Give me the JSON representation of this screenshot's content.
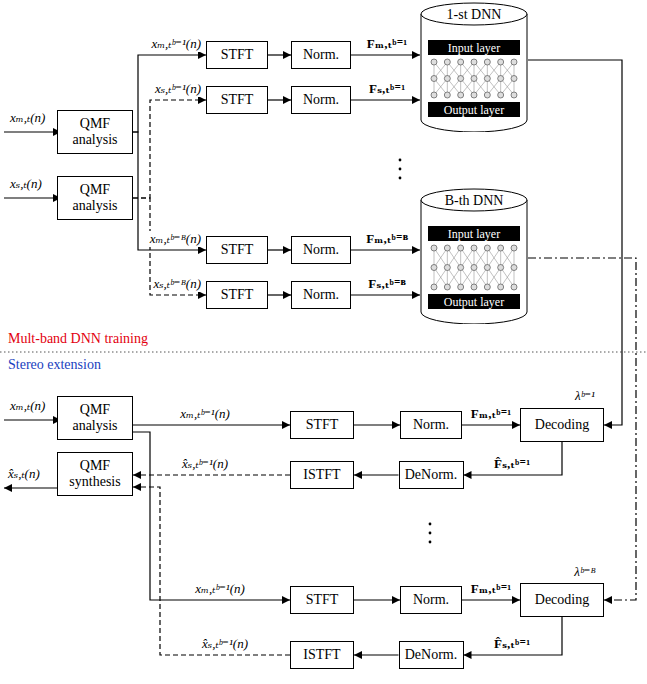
{
  "diagram": {
    "nodes": [
      {
        "text": [
          "QMF analysis"
        ]
      },
      {
        "text": [
          "QMF analysis"
        ]
      },
      {
        "text": [
          "STFT"
        ]
      },
      {
        "text": [
          "Norm."
        ]
      },
      {
        "text": [
          "STFT"
        ]
      },
      {
        "text": [
          "Norm."
        ]
      },
      {
        "text": [
          "1-st DNN"
        ]
      },
      {
        "text": [
          "Input layer"
        ],
        "in": 6
      },
      {
        "text": [
          "Output layer"
        ],
        "in": 6
      },
      {
        "text": [
          "STFT"
        ]
      },
      {
        "text": [
          "Norm."
        ]
      },
      {
        "text": [
          "STFT"
        ]
      },
      {
        "text": [
          "Norm."
        ]
      },
      {
        "text": [
          "B-th DNN"
        ]
      },
      {
        "text": [
          "Input layer"
        ],
        "in": 13
      },
      {
        "text": [
          "Output layer"
        ],
        "in": 13
      },
      {
        "text": [
          "QMF analysis"
        ]
      },
      {
        "text": [
          "QMF synthesis"
        ]
      },
      {
        "text": [
          "STFT"
        ]
      },
      {
        "text": [
          "Norm."
        ]
      },
      {
        "text": [
          "Decoding"
        ]
      },
      {
        "text": [
          "DeNorm."
        ]
      },
      {
        "text": [
          "ISTFT"
        ]
      },
      {
        "text": [
          "STFT"
        ]
      },
      {
        "text": [
          "Norm."
        ]
      },
      {
        "text": [
          "Decoding"
        ]
      },
      {
        "text": [
          "DeNorm."
        ]
      },
      {
        "text": [
          "ISTFT"
        ]
      }
    ],
    "edges": [
      {
        "from": 0,
        "to": 2,
        "arrow": "to",
        "label": "xₘ,ₜᵇ⁼¹(n)"
      },
      {
        "from": 2,
        "to": 3,
        "arrow": "to"
      },
      {
        "from": 3,
        "to": 6,
        "arrow": "to",
        "label": "Fₘ,ₜᵇ⁼¹"
      },
      {
        "from": 1,
        "to": 4,
        "arrow": "to",
        "label": "xₛ,ₜᵇ⁼¹(n)"
      },
      {
        "from": 4,
        "to": 5,
        "arrow": "to"
      },
      {
        "from": 5,
        "to": 6,
        "arrow": "to",
        "label": "Fₛ,ₜᵇ⁼¹"
      },
      {
        "from": 0,
        "to": 9,
        "arrow": "to",
        "label": "xₘ,ₜᵇ⁼ᴮ(n)"
      },
      {
        "from": 9,
        "to": 10,
        "arrow": "to"
      },
      {
        "from": 10,
        "to": 13,
        "arrow": "to",
        "label": "Fₘ,ₜᵇ⁼ᴮ"
      },
      {
        "from": 1,
        "to": 11,
        "arrow": "to",
        "label": "xₛ,ₜᵇ⁼ᴮ(n)"
      },
      {
        "from": 11,
        "to": 12,
        "arrow": "to"
      },
      {
        "from": 12,
        "to": 13,
        "arrow": "to",
        "label": "Fₛ,ₜᵇ⁼ᴮ"
      },
      {
        "from": 6,
        "to": 20,
        "arrow": "to",
        "label": "λᵇ⁼¹"
      },
      {
        "from": 13,
        "to": 25,
        "arrow": "to",
        "label": "λᵇ⁼ᴮ"
      },
      {
        "from": 16,
        "to": 18,
        "arrow": "to",
        "label": "xₘ,ₜᵇ⁼¹(n)"
      },
      {
        "from": 18,
        "to": 19,
        "arrow": "to"
      },
      {
        "from": 19,
        "to": 20,
        "arrow": "to",
        "label": "Fₘ,ₜᵇ⁼¹"
      },
      {
        "from": 20,
        "to": 21,
        "arrow": "to",
        "label": "F̂ₛ,ₜᵇ⁼¹"
      },
      {
        "from": 21,
        "to": 22,
        "arrow": "to"
      },
      {
        "from": 22,
        "to": 17,
        "arrow": "to",
        "label": "x̂ₛ,ₜᵇ⁼¹(n)"
      },
      {
        "from": 16,
        "to": 23,
        "arrow": "to",
        "label": "xₘ,ₜᵇ⁼¹(n)"
      },
      {
        "from": 23,
        "to": 24,
        "arrow": "to"
      },
      {
        "from": 24,
        "to": 25,
        "arrow": "to",
        "label": "Fₘ,ₜᵇ⁼¹"
      },
      {
        "from": 25,
        "to": 26,
        "arrow": "to",
        "label": "F̂ₛ,ₜᵇ⁼¹"
      },
      {
        "from": 26,
        "to": 27,
        "arrow": "to"
      },
      {
        "from": 27,
        "to": 17,
        "arrow": "to",
        "label": "x̂ₛ,ₜᵇ⁼¹(n)"
      }
    ],
    "labels": [
      "xₘ,ₜ(n)",
      "xₛ,ₜ(n)",
      "Mult-band DNN training",
      "Stereo extension",
      "xₘ,ₜ(n)",
      "x̂ₛ,ₜ(n)"
    ]
  }
}
